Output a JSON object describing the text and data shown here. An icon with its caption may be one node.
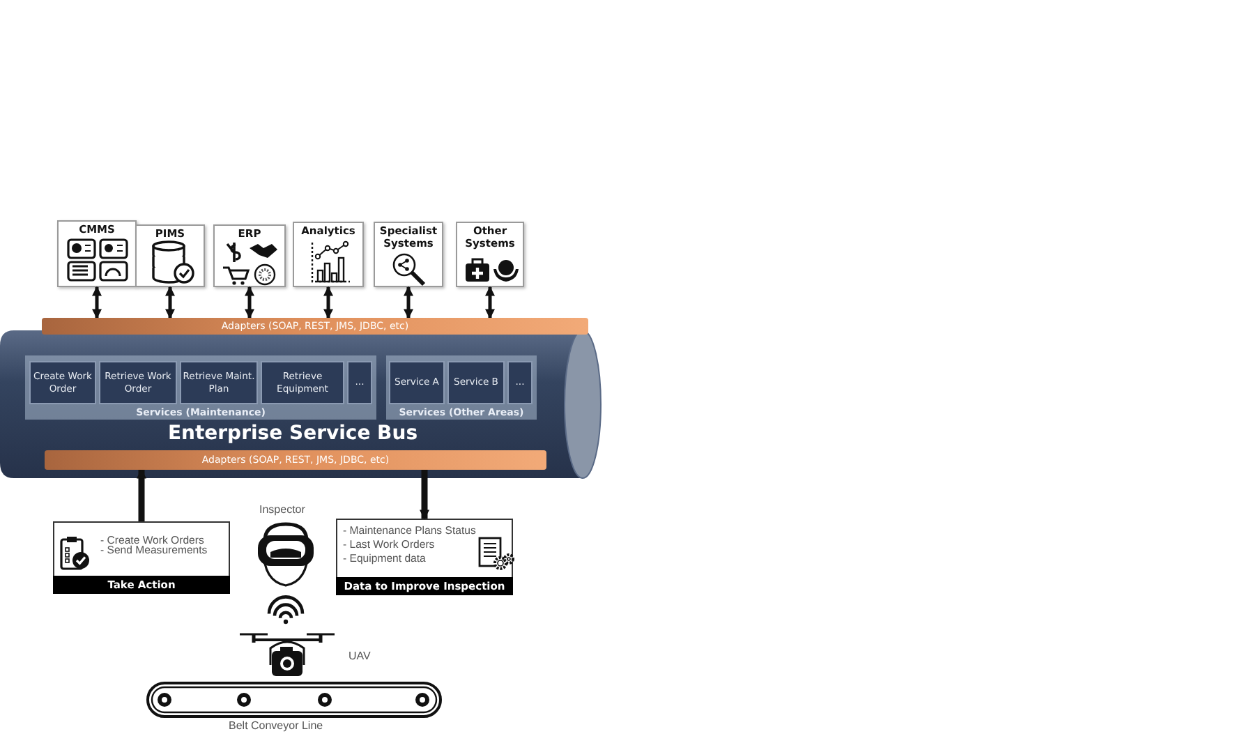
{
  "diagram": {
    "nodes": [
      {
        "text": [
          "CMMS"
        ]
      },
      {
        "text": [
          "PIMS"
        ]
      },
      {
        "text": [
          "ERP"
        ]
      },
      {
        "text": [
          "Analytics"
        ]
      },
      {
        "text": [
          "Specialist Systems"
        ]
      },
      {
        "text": [
          "Other Systems"
        ]
      },
      {
        "text": [
          "Adapters (SOAP, REST, JMS, JDBC, etc)"
        ]
      },
      {
        "text": [
          "Enterprise Service Bus"
        ]
      },
      {
        "text": [
          "Services (Maintenance)"
        ],
        "in": 7
      },
      {
        "text": [
          "Create Work Order"
        ],
        "in": 8
      },
      {
        "text": [
          "Retrieve Work Order"
        ],
        "in": 8
      },
      {
        "text": [
          "Retrieve Maint. Plan"
        ],
        "in": 8
      },
      {
        "text": [
          "Retrieve Equipment"
        ],
        "in": 8
      },
      {
        "text": [
          "..."
        ],
        "in": 8
      },
      {
        "text": [
          "Services (Other Areas)"
        ],
        "in": 7
      },
      {
        "text": [
          "Service A"
        ],
        "in": 14
      },
      {
        "text": [
          "Service B"
        ],
        "in": 14
      },
      {
        "text": [
          "..."
        ],
        "in": 14
      },
      {
        "text": [
          "Adapters (SOAP, REST, JMS, JDBC, etc)"
        ],
        "in": 7
      },
      {
        "text": [
          "- Create Work Orders",
          "- Send Measurements",
          "Take Action"
        ]
      },
      {
        "text": [
          "- Maintenance Plans Status",
          "- Last Work Orders",
          "- Equipment data",
          "Data to Improve Inspection"
        ]
      }
    ],
    "edges": [
      {
        "from": 0,
        "to": 6,
        "arrow": "both"
      },
      {
        "from": 1,
        "to": 6,
        "arrow": "both"
      },
      {
        "from": 2,
        "to": 6,
        "arrow": "both"
      },
      {
        "from": 3,
        "to": 6,
        "arrow": "both"
      },
      {
        "from": 4,
        "to": 6,
        "arrow": "both"
      },
      {
        "from": 5,
        "to": 6,
        "arrow": "both"
      },
      {
        "from": 19,
        "to": 18,
        "arrow": "to",
        "style": "thick"
      },
      {
        "from": 18,
        "to": 20,
        "arrow": "to",
        "style": "thick"
      }
    ],
    "labels": [
      "Inspector",
      "UAV",
      "Belt Conveyor Line"
    ]
  }
}
